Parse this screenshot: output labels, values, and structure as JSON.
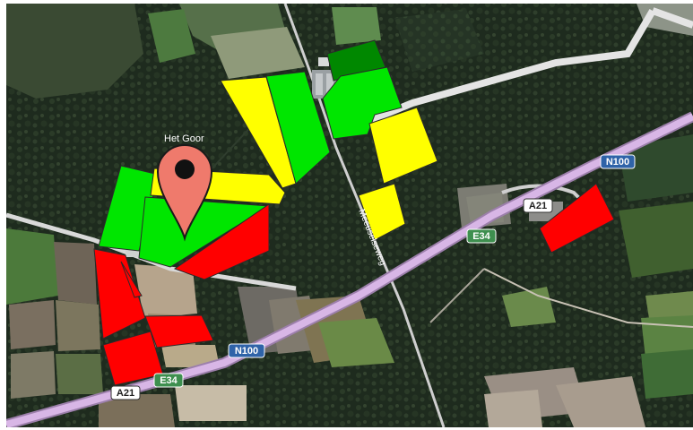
{
  "map": {
    "place_label": "Het Goor",
    "road_name_label": "Meeuselseweg",
    "road_shields": [
      {
        "id": "n100-upper",
        "text": "N100",
        "color": "#2f63a8"
      },
      {
        "id": "a21-upper",
        "text": "A21",
        "color": "#ffffff"
      },
      {
        "id": "e34-upper",
        "text": "E34",
        "color": "#3e8f4f"
      },
      {
        "id": "n100-lower",
        "text": "N100",
        "color": "#2f63a8"
      },
      {
        "id": "a21-lower",
        "text": "A21",
        "color": "#ffffff"
      },
      {
        "id": "e34-lower",
        "text": "E34",
        "color": "#3e8f4f"
      }
    ],
    "field_status_colors": {
      "green": "#00e600",
      "yellow": "#ffff00",
      "red": "#ff0000",
      "dark_green": "#008800"
    },
    "marker": {
      "icon": "location-pin-icon",
      "color": "#ef7a6c"
    },
    "motorway_color": "#c9a4d6"
  }
}
